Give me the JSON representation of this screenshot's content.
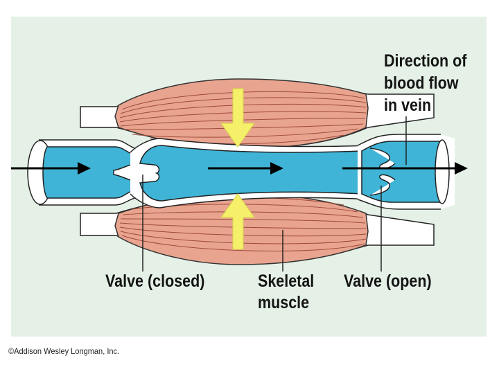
{
  "labels": {
    "direction_line1": "Direction of",
    "direction_line2": "blood flow",
    "direction_line3": "in vein",
    "valve_closed": "Valve (closed)",
    "skeletal_line1": "Skeletal",
    "skeletal_line2": "muscle",
    "valve_open": "Valve (open)"
  },
  "copyright": "©Addison Wesley Longman, Inc.",
  "colors": {
    "panel_background": "#e5f1e7",
    "blood": "#3fb4d6",
    "vein_wall": "#ffffff",
    "muscle": "#e9a48f",
    "muscle_fibers": "#9b4a39",
    "compression_arrow": "#f4f06a",
    "flow_arrow": "#000000"
  }
}
